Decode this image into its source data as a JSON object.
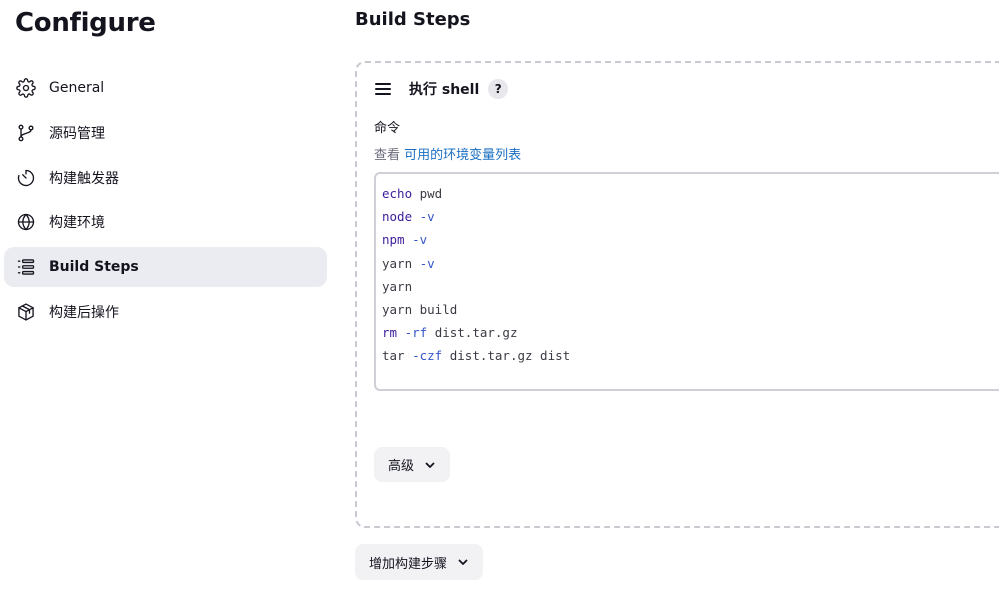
{
  "page": {
    "title": "Configure"
  },
  "sidebar": {
    "items": [
      {
        "label": "General",
        "icon": "gear-icon",
        "active": false
      },
      {
        "label": "源码管理",
        "icon": "git-branch-icon",
        "active": false
      },
      {
        "label": "构建触发器",
        "icon": "timer-icon",
        "active": false
      },
      {
        "label": "构建环境",
        "icon": "globe-icon",
        "active": false
      },
      {
        "label": "Build Steps",
        "icon": "list-icon",
        "active": true
      },
      {
        "label": "构建后操作",
        "icon": "package-icon",
        "active": false
      }
    ]
  },
  "main": {
    "section_title": "Build Steps",
    "step": {
      "name": "执行 shell",
      "help_label": "?",
      "command_label": "命令",
      "env_prefix": "查看",
      "env_link": "可用的环境变量列表",
      "code_lines": [
        [
          {
            "t": "echo",
            "c": "kw"
          },
          {
            "t": " pwd",
            "c": ""
          }
        ],
        [
          {
            "t": "node",
            "c": "kw"
          },
          {
            "t": " -v",
            "c": "opt"
          }
        ],
        [
          {
            "t": "npm",
            "c": "kw"
          },
          {
            "t": " -v",
            "c": "opt"
          }
        ],
        [
          {
            "t": "yarn",
            "c": ""
          },
          {
            "t": " -v",
            "c": "opt"
          }
        ],
        [
          {
            "t": "yarn",
            "c": ""
          }
        ],
        [
          {
            "t": "yarn build",
            "c": ""
          }
        ],
        [
          {
            "t": "rm",
            "c": "kw"
          },
          {
            "t": " -rf",
            "c": "opt"
          },
          {
            "t": " dist.tar.gz",
            "c": ""
          }
        ],
        [
          {
            "t": "tar",
            "c": ""
          },
          {
            "t": " -czf",
            "c": "opt"
          },
          {
            "t": " dist.tar.gz dist",
            "c": ""
          }
        ]
      ],
      "advanced_label": "高级"
    },
    "add_step_label": "增加构建步骤"
  },
  "colors": {
    "active_nav_bg": "#ebecf1",
    "link": "#1b6fc2",
    "keyword": "#3d1d9c",
    "option": "#3555c8",
    "dashed_border": "#c9c9d1"
  }
}
